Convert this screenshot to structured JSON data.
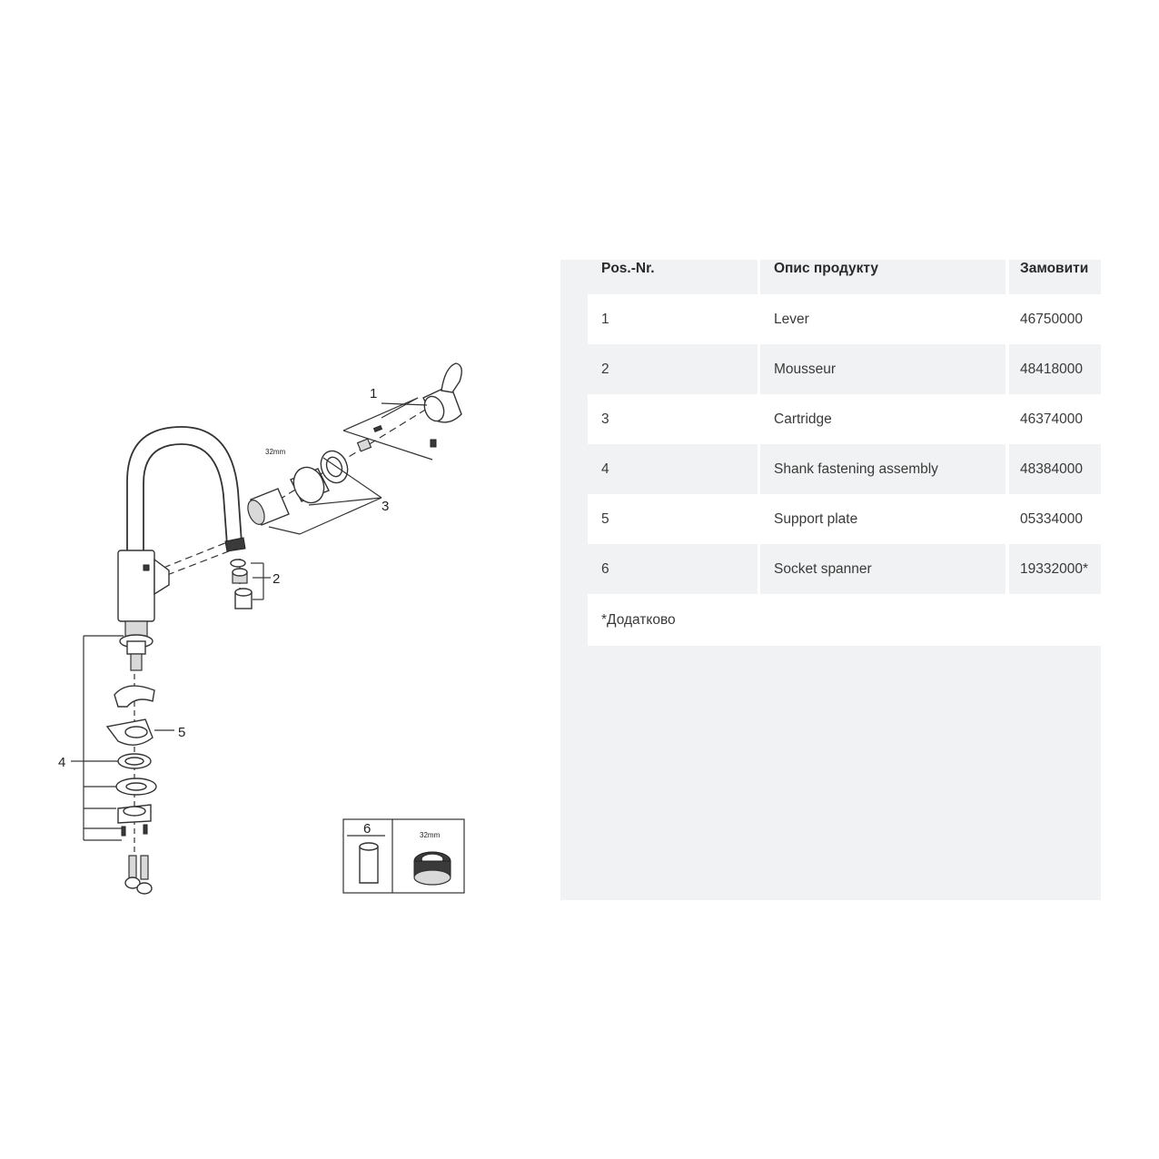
{
  "diagram": {
    "callouts": [
      "1",
      "2",
      "3",
      "4",
      "5",
      "6"
    ],
    "spanner_size_label": "32mm",
    "cartridge_size_label": "32mm"
  },
  "table": {
    "headers": [
      "Pos.-Nr.",
      "Опис продукту",
      "Замовити"
    ],
    "rows": [
      {
        "pos": "1",
        "description": "Lever",
        "order": "46750000"
      },
      {
        "pos": "2",
        "description": "Mousseur",
        "order": "48418000"
      },
      {
        "pos": "3",
        "description": "Cartridge",
        "order": "46374000"
      },
      {
        "pos": "4",
        "description": "Shank fastening assembly",
        "order": "48384000"
      },
      {
        "pos": "5",
        "description": "Support plate",
        "order": "05334000"
      },
      {
        "pos": "6",
        "description": "Socket spanner",
        "order": "19332000*"
      }
    ],
    "footnote": "*Додатково"
  },
  "colors": {
    "panel_bg": "#f1f2f3",
    "line": "#333333"
  }
}
